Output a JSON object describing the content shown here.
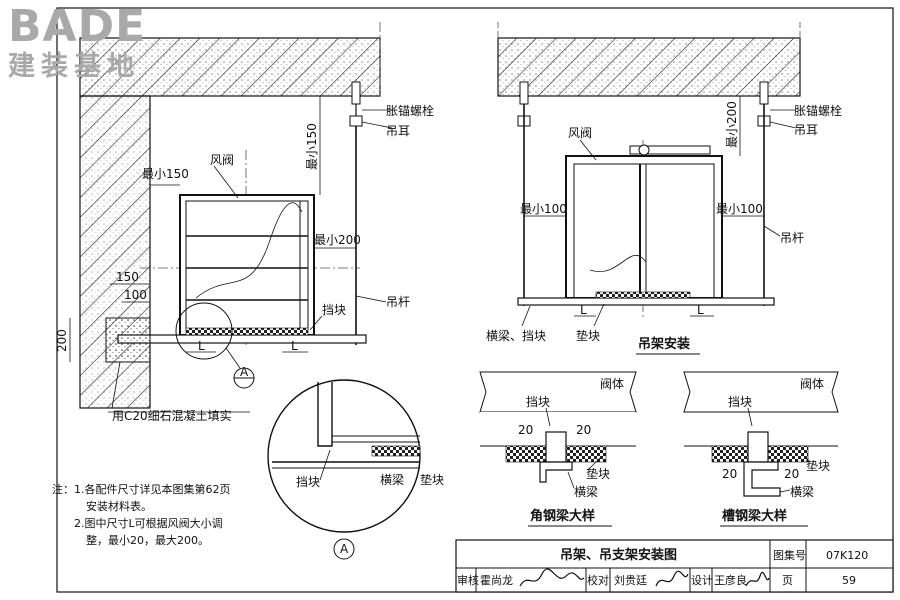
{
  "logo": {
    "word": "BADE",
    "sub": "建装基地"
  },
  "left_view": {
    "labels": {
      "anchor_bolt": "胀锚螺栓",
      "lug": "吊耳",
      "damper": "风阀",
      "min_150_v": "最小150",
      "min_150_h": "最小150",
      "min_200": "最小200",
      "rod": "吊杆",
      "stop_block": "挡块",
      "dim_150": "150",
      "dim_100": "100",
      "dim_200": "200",
      "L1": "L",
      "L2": "L",
      "fill_note": "用C20细石混凝土填实",
      "detail_marker": "A"
    }
  },
  "right_view": {
    "labels": {
      "anchor_bolt": "胀锚螺栓",
      "lug": "吊耳",
      "min_200": "最小200",
      "damper": "风阀",
      "min_100_left": "最小100",
      "min_100_right": "最小100",
      "rod": "吊杆",
      "beam_block": "横梁、挡块",
      "pad": "垫块",
      "L1": "L",
      "L2": "L",
      "caption": "吊架安装"
    }
  },
  "detail_a": {
    "labels": {
      "stop_block": "挡块",
      "beam": "横梁",
      "pad": "垫块",
      "marker": "A"
    }
  },
  "angle_detail": {
    "labels": {
      "valve_body": "阀体",
      "stop_block": "挡块",
      "dim_left": "20",
      "dim_right": "20",
      "pad": "垫块",
      "beam": "横梁",
      "caption": "角钢梁大样"
    }
  },
  "channel_detail": {
    "labels": {
      "valve_body": "阀体",
      "stop_block": "挡块",
      "dim_left": "20",
      "dim_right": "20",
      "pad": "垫块",
      "beam": "横梁",
      "caption": "槽钢梁大样"
    }
  },
  "notes": {
    "prefix": "注：",
    "lines": [
      "1.各配件尺寸详见本图集第62页",
      "安装材料表。",
      "2.图中尺寸L可根据风阀大小调",
      "整，最小20，最大200。"
    ]
  },
  "title_block": {
    "title": "吊架、吊支架安装图",
    "atlas_label": "图集号",
    "atlas_value": "07K120",
    "review_label": "审核",
    "reviewer": "霍尚龙",
    "check_label": "校对",
    "checker": "刘贵廷",
    "design_label": "设计",
    "designer": "王彦良",
    "page_label": "页",
    "page_value": "59"
  }
}
